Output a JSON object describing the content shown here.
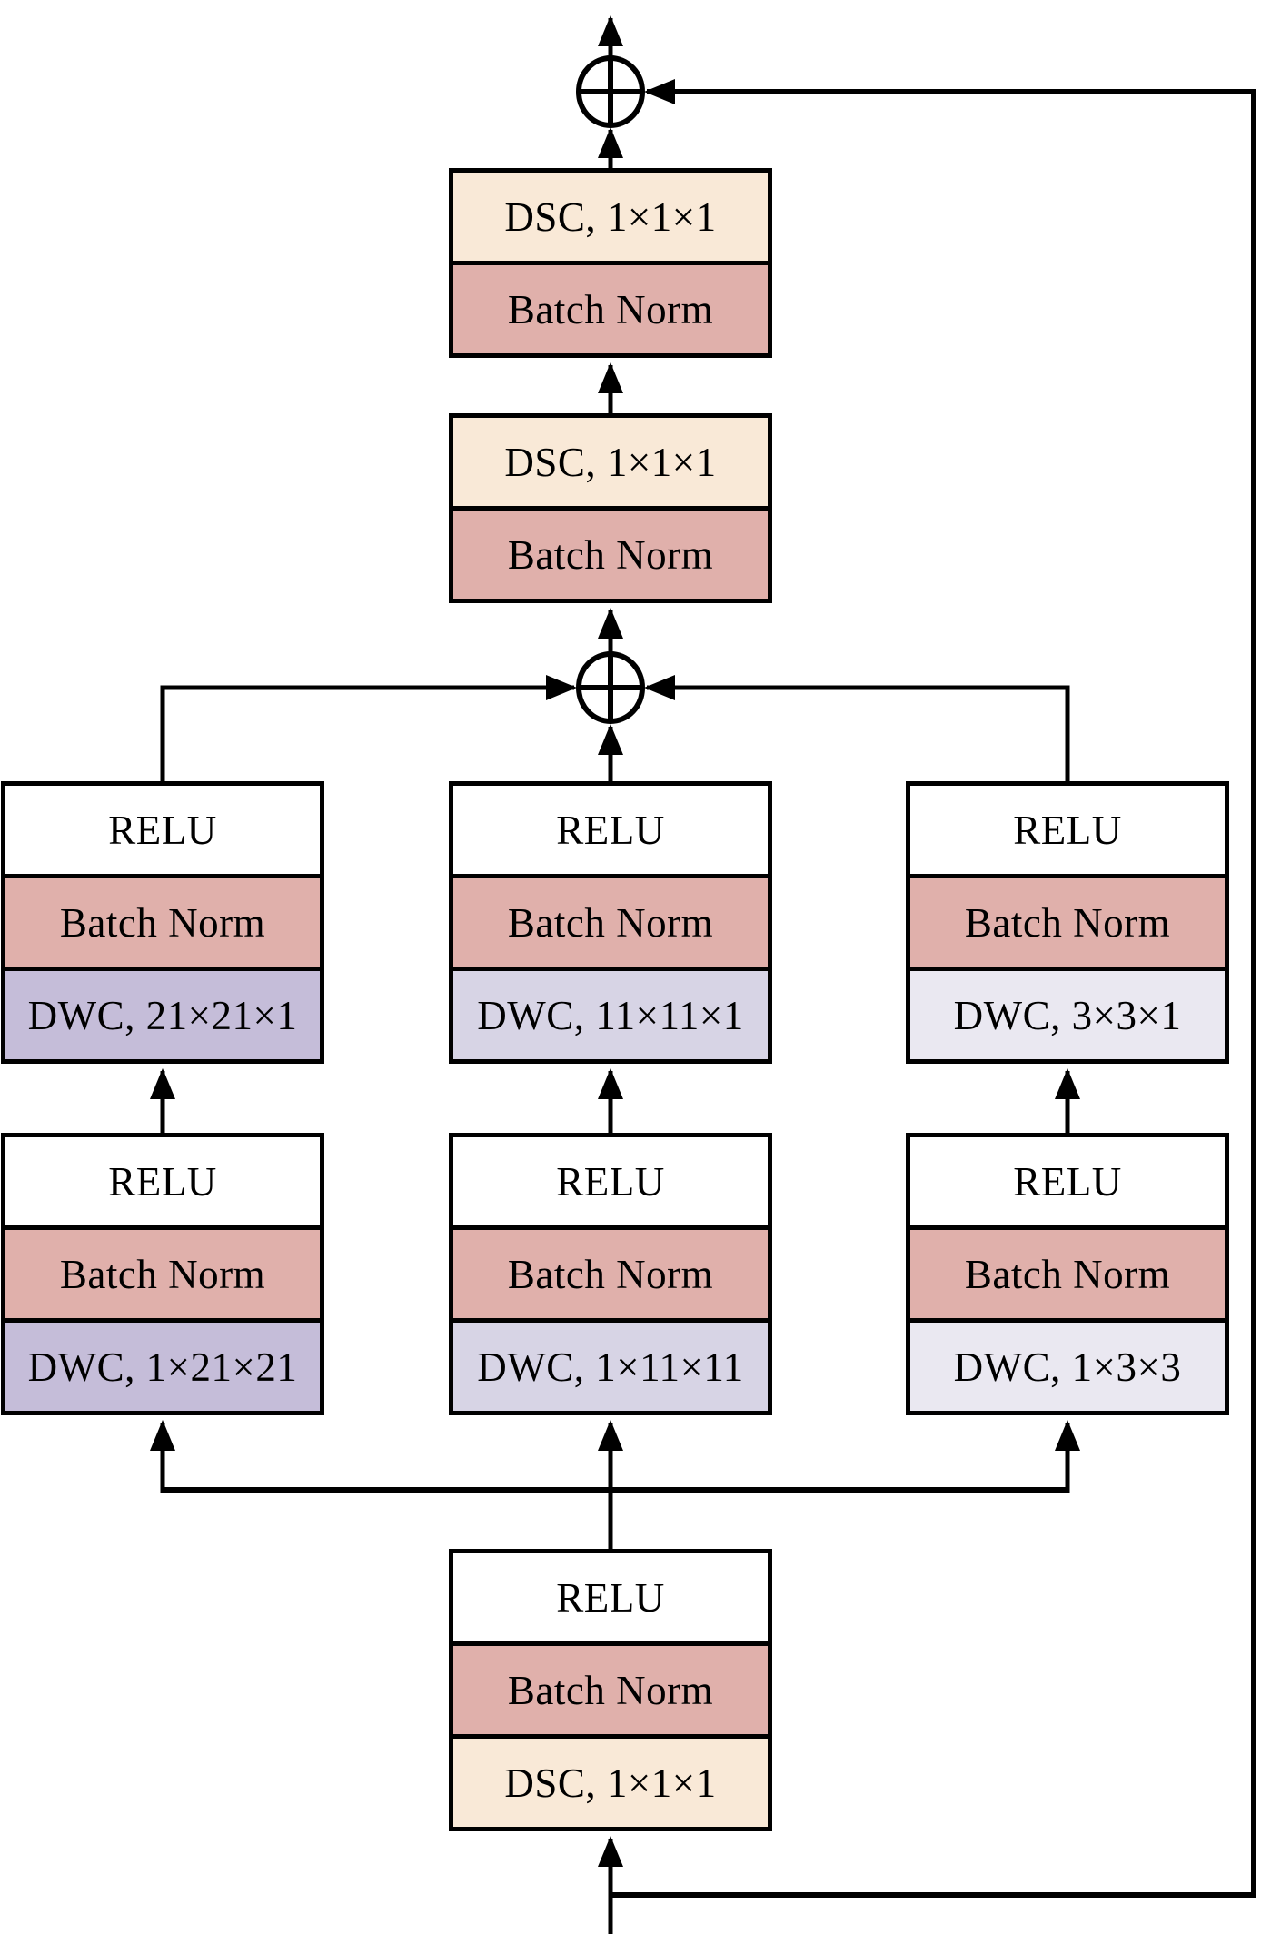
{
  "colors": {
    "line": "#000000",
    "dsc": "#f9e9d7",
    "batch_norm": "#e0b0ab",
    "relu": "#ffffff",
    "dwc_21": "#c5bdd9",
    "dwc_11": "#d7d4e5",
    "dwc_3": "#eae8f1"
  },
  "icons": {
    "sum_node": "circled-plus"
  },
  "blocks": {
    "head_top": {
      "rows": [
        "DSC, 1×1×1",
        "Batch Norm"
      ]
    },
    "head_mid": {
      "rows": [
        "DSC, 1×1×1",
        "Batch Norm"
      ]
    },
    "branch21_upper": {
      "rows": [
        "RELU",
        "Batch Norm",
        "DWC, 21×21×1"
      ]
    },
    "branch11_upper": {
      "rows": [
        "RELU",
        "Batch Norm",
        "DWC, 11×11×1"
      ]
    },
    "branch3_upper": {
      "rows": [
        "RELU",
        "Batch Norm",
        "DWC, 3×3×1"
      ]
    },
    "branch21_lower": {
      "rows": [
        "RELU",
        "Batch Norm",
        "DWC, 1×21×21"
      ]
    },
    "branch11_lower": {
      "rows": [
        "RELU",
        "Batch Norm",
        "DWC, 1×11×11"
      ]
    },
    "branch3_lower": {
      "rows": [
        "RELU",
        "Batch Norm",
        "DWC, 1×3×3"
      ]
    },
    "input_stem": {
      "rows": [
        "RELU",
        "Batch Norm",
        "DSC, 1×1×1"
      ]
    }
  }
}
